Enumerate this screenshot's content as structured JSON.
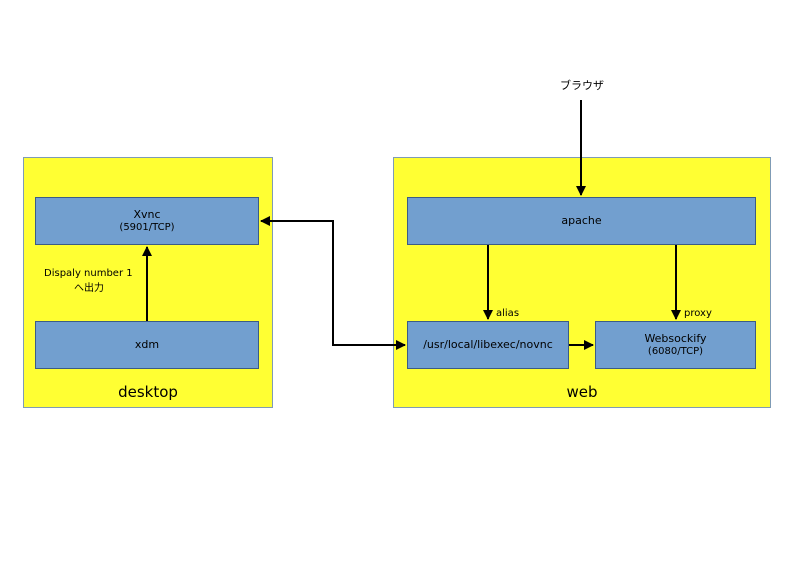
{
  "diagram": {
    "containers": {
      "desktop": {
        "label": "desktop"
      },
      "web": {
        "label": "web"
      }
    },
    "nodes": {
      "xvnc": {
        "label": "Xvnc",
        "sub": "(5901/TCP)"
      },
      "xdm": {
        "label": "xdm"
      },
      "apache": {
        "label": "apache"
      },
      "novnc": {
        "label": "/usr/local/libexec/novnc"
      },
      "websockify": {
        "label": "Websockify",
        "sub": "(6080/TCP)"
      }
    },
    "labels": {
      "browser": "ブラウザ",
      "display_line1": "Dispaly number 1",
      "display_line2": "へ出力",
      "alias": "alias",
      "proxy": "proxy"
    },
    "colors": {
      "container_fill": "#ffff33",
      "node_fill": "#729fcf",
      "node_border": "#3c5c84",
      "edge": "#000000"
    }
  }
}
